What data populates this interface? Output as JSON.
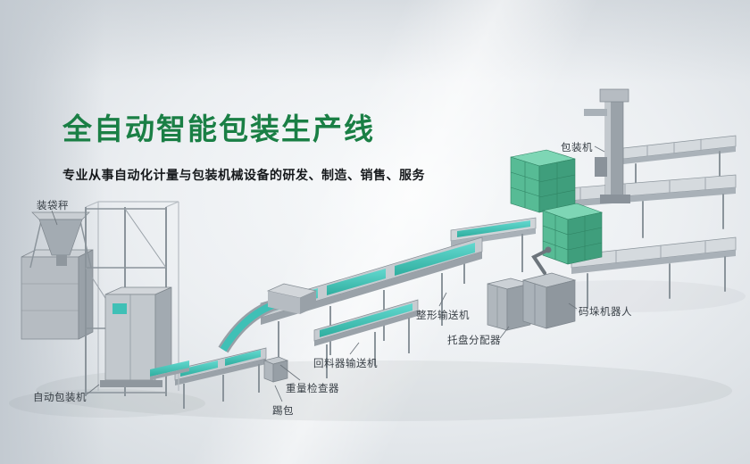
{
  "title": "全自动智能包装生产线",
  "subtitle": "专业从事自动化计量与包装机械设备的研发、制造、销售、服务",
  "colors": {
    "title_green": "#1a7f45",
    "subtitle_text": "#15181b",
    "label_text": "#394047",
    "belt_teal": "#3fc0b6",
    "carton_green": "#54b893",
    "machine_gray": "#b6bcc2",
    "background_light": "#f8fafb",
    "background_dark": "#d2d8dd"
  },
  "labels": [
    {
      "id": "bagging-scale",
      "text": "装袋秤"
    },
    {
      "id": "packing-machine",
      "text": "包装机"
    },
    {
      "id": "shaping-conveyor",
      "text": "整形输送机"
    },
    {
      "id": "palletizing-robot",
      "text": "码垛机器人"
    },
    {
      "id": "pallet-dispenser",
      "text": "托盘分配器"
    },
    {
      "id": "return-conveyor",
      "text": "回料器输送机"
    },
    {
      "id": "checkweigher",
      "text": "重量检查器"
    },
    {
      "id": "bag-kicker",
      "text": "踢包"
    },
    {
      "id": "auto-packing-machine",
      "text": "自动包装机"
    }
  ]
}
